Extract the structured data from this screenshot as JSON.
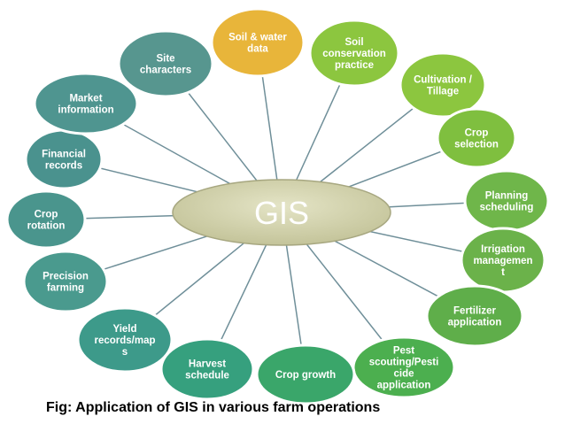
{
  "center": {
    "label": "GIS",
    "fill": "#cfcfa8"
  },
  "caption": "Fig: Application of GIS in various farm operations",
  "colors": {
    "edge": "#6f8f99",
    "text": "#ffffff"
  },
  "nodes": [
    {
      "name": "node-soil-water-data",
      "lines": [
        "Soil & water",
        "data"
      ],
      "fill": "#e8b53a"
    },
    {
      "name": "node-soil-conservation-practice",
      "lines": [
        "Soil",
        "conservation",
        "practice"
      ],
      "fill": "#8cc63f"
    },
    {
      "name": "node-cultivation-tillage",
      "lines": [
        "Cultivation /",
        "Tillage"
      ],
      "fill": "#8cc63f"
    },
    {
      "name": "node-crop-selection",
      "lines": [
        "Crop",
        "selection"
      ],
      "fill": "#7fbf3f"
    },
    {
      "name": "node-planning-scheduling",
      "lines": [
        "Planning",
        "scheduling"
      ],
      "fill": "#6fb64a"
    },
    {
      "name": "node-irrigation-management",
      "lines": [
        "Irrigation",
        "managemen",
        "t"
      ],
      "fill": "#6bb24a"
    },
    {
      "name": "node-fertilizer-application",
      "lines": [
        "Fertilizer",
        "application"
      ],
      "fill": "#5fae4a"
    },
    {
      "name": "node-pest-scouting",
      "lines": [
        "Pest",
        "scouting/Pesti",
        "cide",
        "application"
      ],
      "fill": "#4caf4f"
    },
    {
      "name": "node-crop-growth",
      "lines": [
        "Crop growth"
      ],
      "fill": "#3aa66a"
    },
    {
      "name": "node-harvest-schedule",
      "lines": [
        "Harvest",
        "schedule"
      ],
      "fill": "#36a07e"
    },
    {
      "name": "node-yield-records",
      "lines": [
        "Yield",
        "records/map",
        "s"
      ],
      "fill": "#3d9a8a"
    },
    {
      "name": "node-precision-farming",
      "lines": [
        "Precision",
        "farming"
      ],
      "fill": "#4a9a8e"
    },
    {
      "name": "node-crop-rotation",
      "lines": [
        "Crop",
        "rotation"
      ],
      "fill": "#4a958d"
    },
    {
      "name": "node-financial-records",
      "lines": [
        "Financial",
        "records"
      ],
      "fill": "#4a928e"
    },
    {
      "name": "node-market-information",
      "lines": [
        "Market",
        "information"
      ],
      "fill": "#4f9590"
    },
    {
      "name": "node-site-characters",
      "lines": [
        "Site",
        "characters"
      ],
      "fill": "#57968f"
    }
  ]
}
